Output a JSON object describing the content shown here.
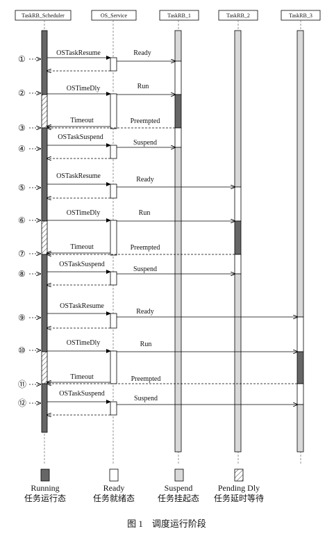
{
  "lanes": [
    {
      "id": "scheduler",
      "label": "TaskRB_Scheduler"
    },
    {
      "id": "service",
      "label": "OS_Service"
    },
    {
      "id": "task1",
      "label": "TaskRB_1"
    },
    {
      "id": "task2",
      "label": "TaskRB_2"
    },
    {
      "id": "task3",
      "label": "TaskRB_3"
    }
  ],
  "steps": [
    "①",
    "②",
    "③",
    "④",
    "⑤",
    "⑥",
    "⑦",
    "⑧",
    "⑨",
    "⑩",
    "⑪",
    "⑫"
  ],
  "messages": {
    "os_task_resume": "OSTaskResume",
    "os_time_dly": "OSTimeDly",
    "timeout": "Timeout",
    "os_task_suspend": "OSTaskSuspend",
    "ready": "Ready",
    "run": "Run",
    "preempted": "Preempted",
    "suspend": "Suspend"
  },
  "legend": [
    {
      "id": "running",
      "en": "Running",
      "zh": "任务运行态",
      "color": "#666666"
    },
    {
      "id": "ready",
      "en": "Ready",
      "zh": "任务就绪态",
      "color": "#ffffff"
    },
    {
      "id": "suspend",
      "en": "Suspend",
      "zh": "任务挂起态",
      "color": "#d9d9d9"
    },
    {
      "id": "pending",
      "en": "Pending Dly",
      "zh": "任务延时等待",
      "color": "hatch"
    }
  ],
  "caption": "图 1    调度运行阶段"
}
